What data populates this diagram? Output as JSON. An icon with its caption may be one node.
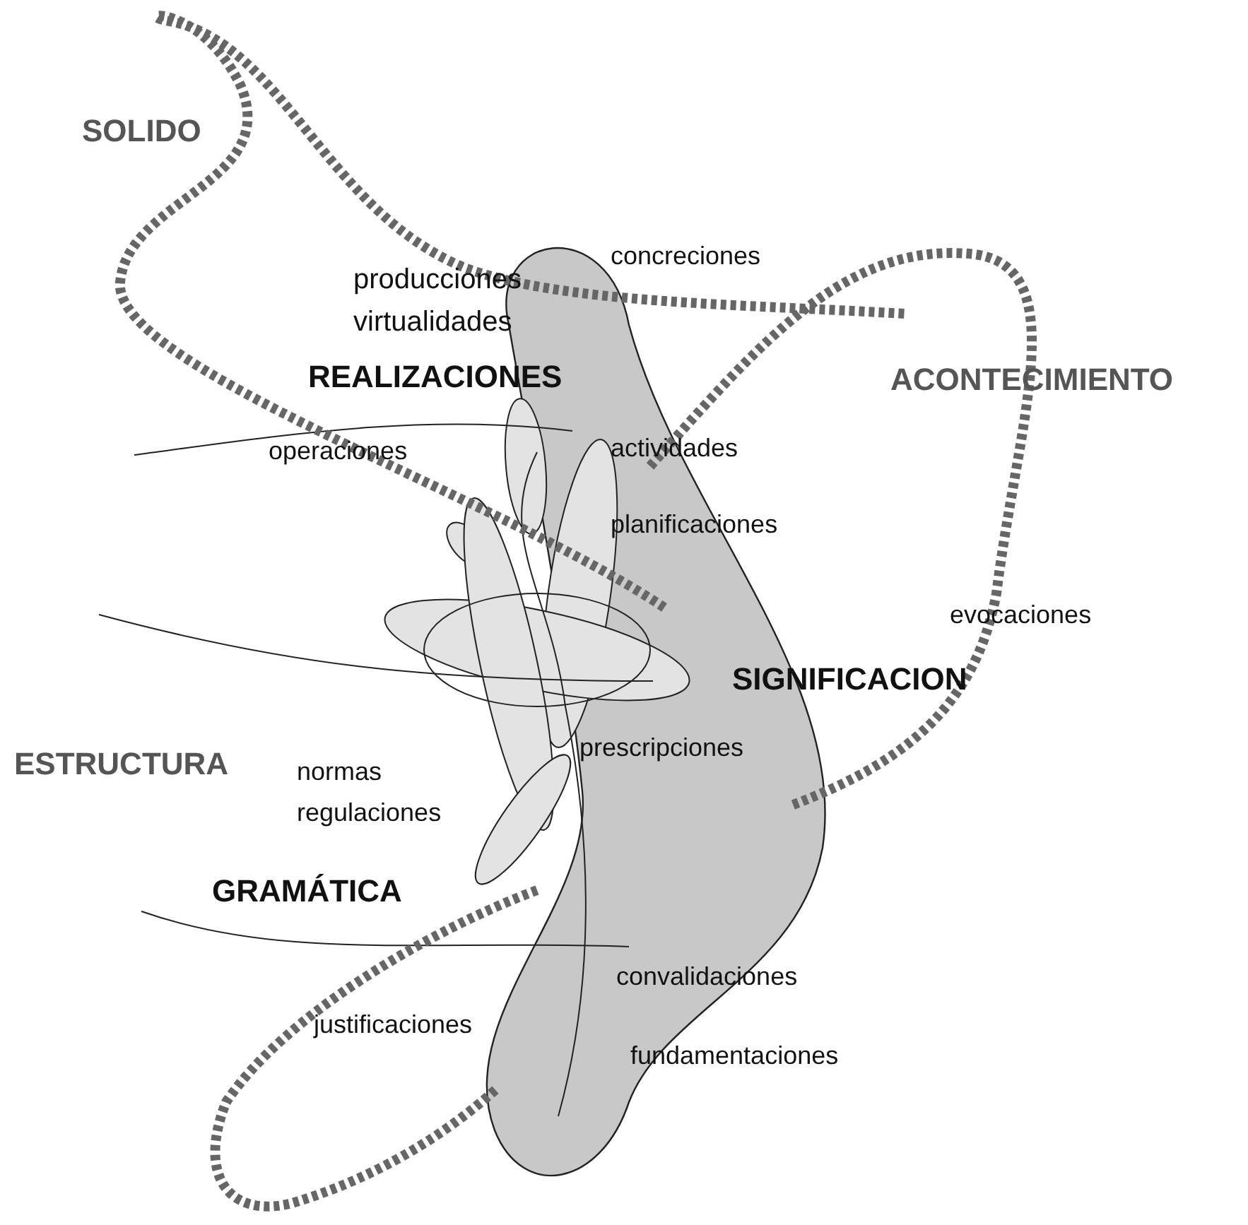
{
  "diagram": {
    "labels": [
      "SOLIDO",
      "concreciones",
      "producciones",
      "virtualidades",
      "REALIZACIONES",
      "ACONTECIMIENTO",
      "operaciones",
      "actividades",
      "planificaciones",
      "evocaciones",
      "SIGNIFICACION",
      "ESTRUCTURA",
      "normas",
      "prescripciones",
      "regulaciones",
      "GRAMÁTICA",
      "convalidaciones",
      "justificaciones",
      "fundamentaciones"
    ]
  }
}
